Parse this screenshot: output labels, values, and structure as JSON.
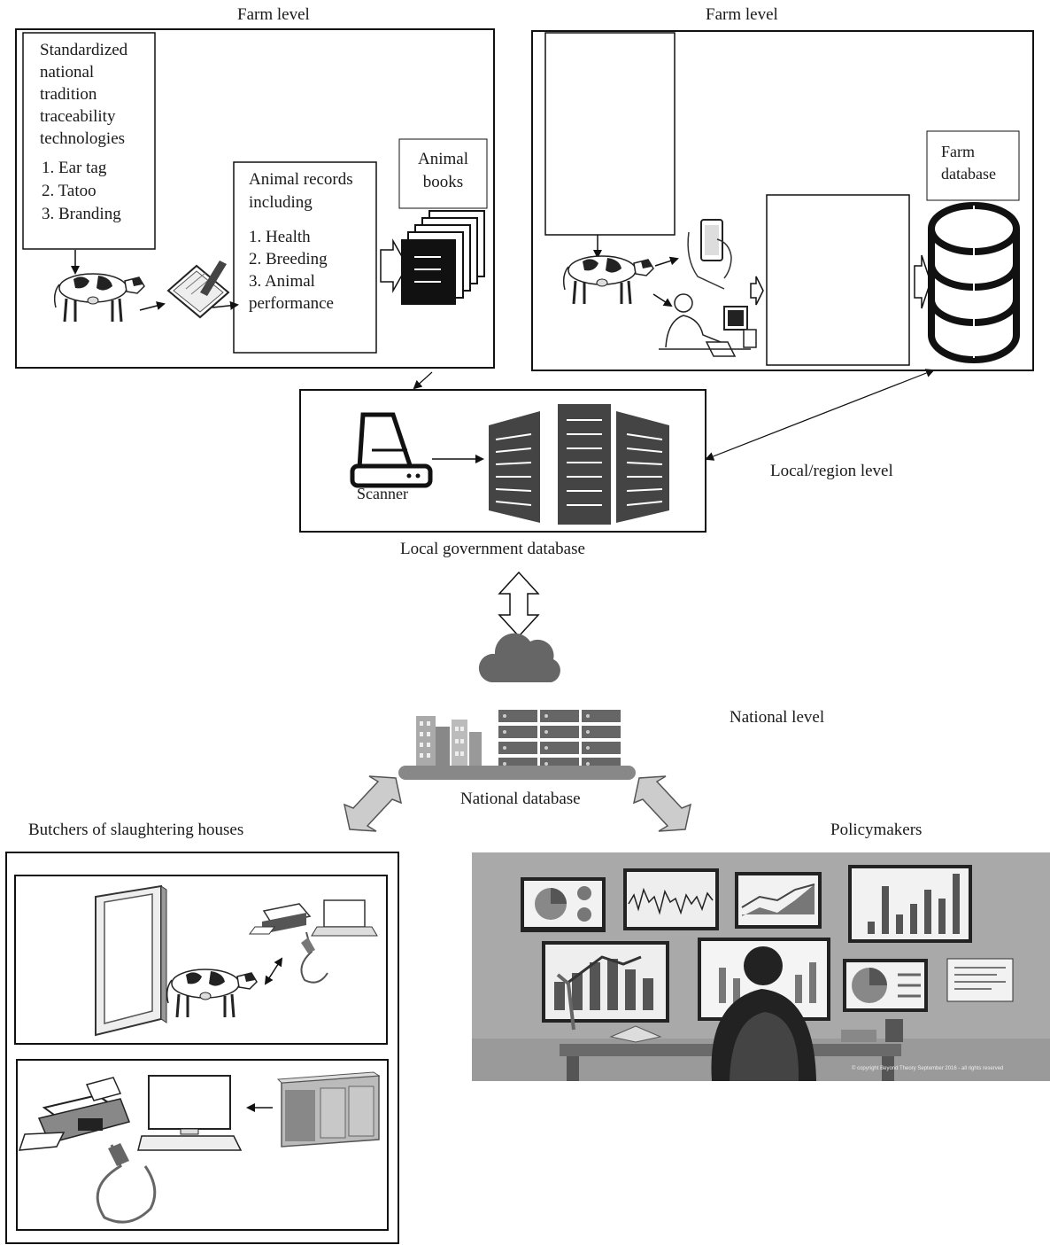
{
  "farm_left": {
    "heading": "Farm level",
    "technologies": {
      "title_lines": [
        "Standardized",
        "national",
        "tradition",
        "traceability",
        "technologies"
      ],
      "items": [
        "1. Ear tag",
        "2. Tatoo",
        "3. Branding"
      ]
    },
    "records": {
      "title_lines": [
        "Animal records",
        "including"
      ],
      "items": [
        "1. Health",
        "2. Breeding",
        "3. Animal",
        "performance"
      ]
    },
    "books_lines": [
      "Animal",
      "books"
    ]
  },
  "farm_right": {
    "heading": "Farm level",
    "database_lines": [
      "Farm",
      "database"
    ]
  },
  "local": {
    "scanner_label": "Scanner",
    "database_caption": "Local government database",
    "level_label": "Local/region level"
  },
  "national": {
    "level_label": "National level",
    "database_caption": "National database"
  },
  "butchers": {
    "heading": "Butchers of slaughtering houses"
  },
  "policymakers": {
    "heading": "Policymakers",
    "copyright": "© copyright Beyond Theory September 2016 - all rights reserved"
  },
  "icons": [
    "cow-icon",
    "tablet-pen-icon",
    "document-stack-icon",
    "smartphone-icon",
    "person-at-computer-icon",
    "database-cylinder-icon",
    "scanner-icon",
    "server-rack-icon",
    "cloud-icon",
    "city-buildings-icon",
    "server-stack-icon",
    "door-frame-icon",
    "printer-icon",
    "laptop-icon",
    "barcode-scanner-icon",
    "desktop-computer-icon",
    "refrigerator-unit-icon",
    "analyst-dashboard-illustration"
  ]
}
